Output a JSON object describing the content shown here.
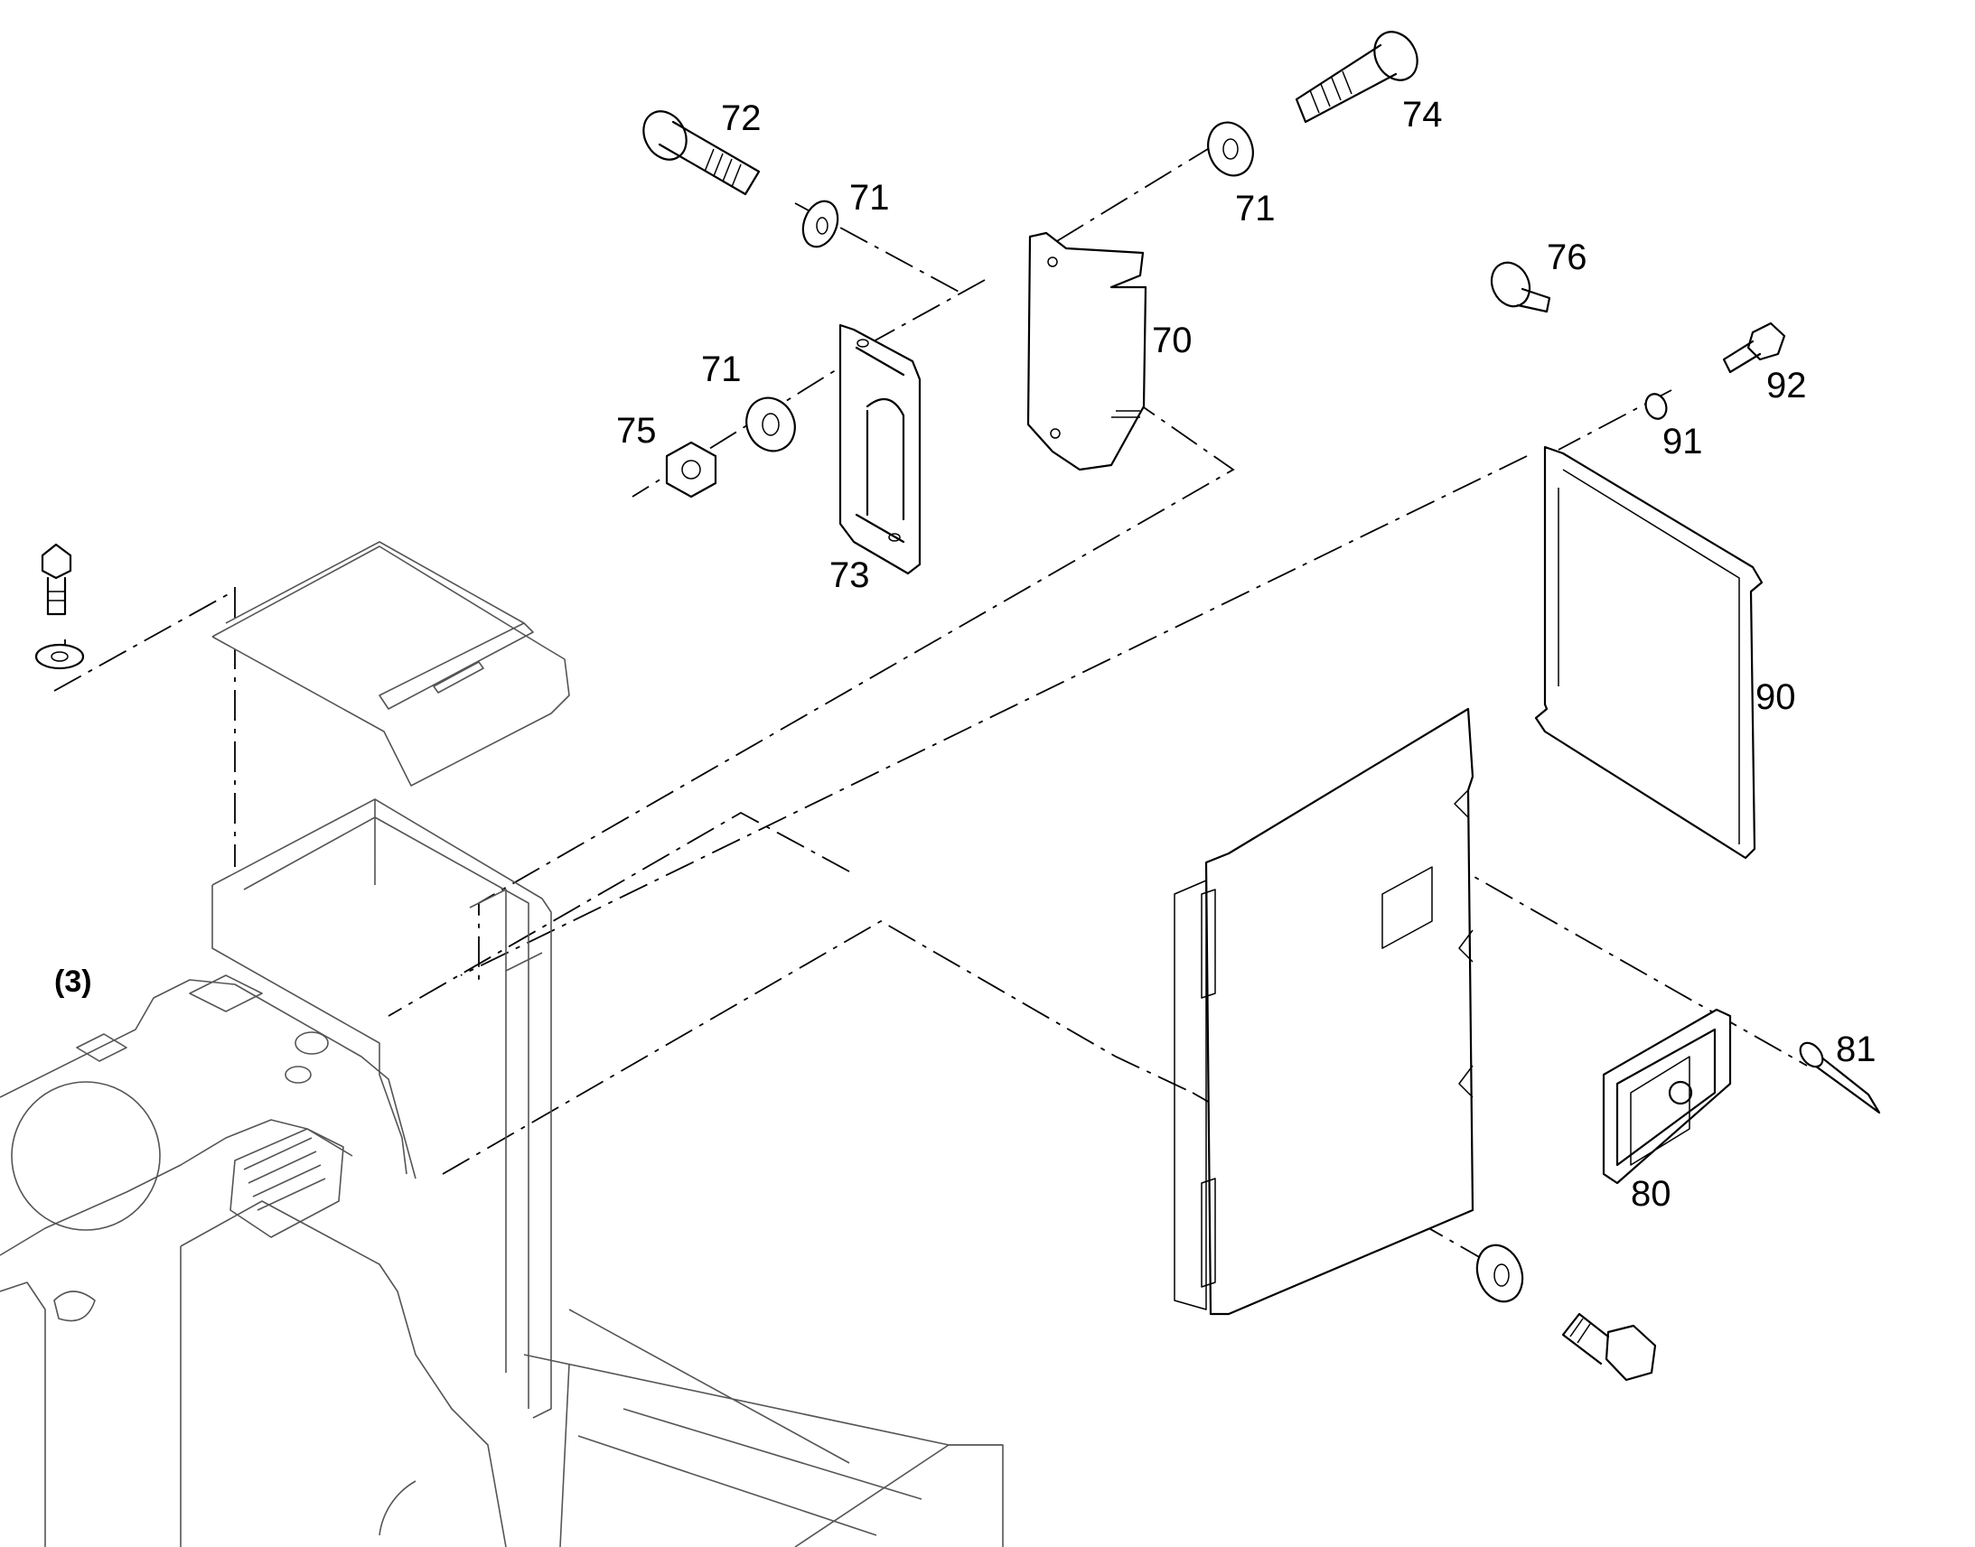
{
  "diagram": {
    "reference": "(3)",
    "callouts": {
      "c72": "72",
      "c71a": "71",
      "c71b": "71",
      "c71c": "71",
      "c74": "74",
      "c76": "76",
      "c70": "70",
      "c75": "75",
      "c73": "73",
      "c92": "92",
      "c91": "91",
      "c90": "90",
      "c81": "81",
      "c80": "80"
    }
  }
}
